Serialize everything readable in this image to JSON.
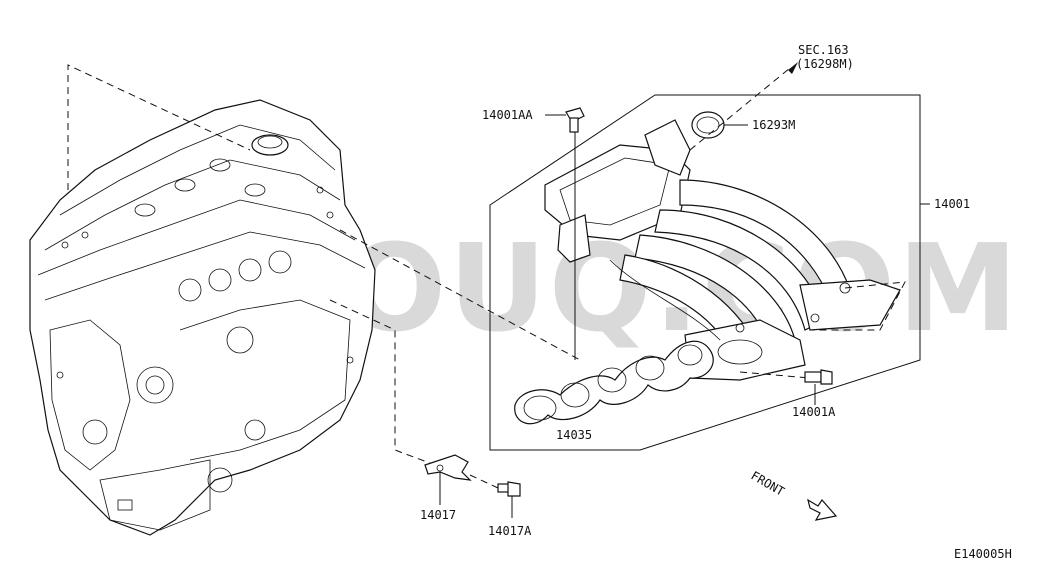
{
  "watermark": "NISSOUQ.COM",
  "diagram_code": "E140005H",
  "direction_label": "FRONT",
  "section_ref": {
    "line1": "SEC.163",
    "line2": "(16298M)"
  },
  "labels": {
    "bolt_top": "14001AA",
    "clamp": "16293M",
    "manifold": "14001",
    "gasket": "14035",
    "bolt_right": "14001A",
    "bracket": "14017",
    "bracket_bolt": "14017A"
  }
}
